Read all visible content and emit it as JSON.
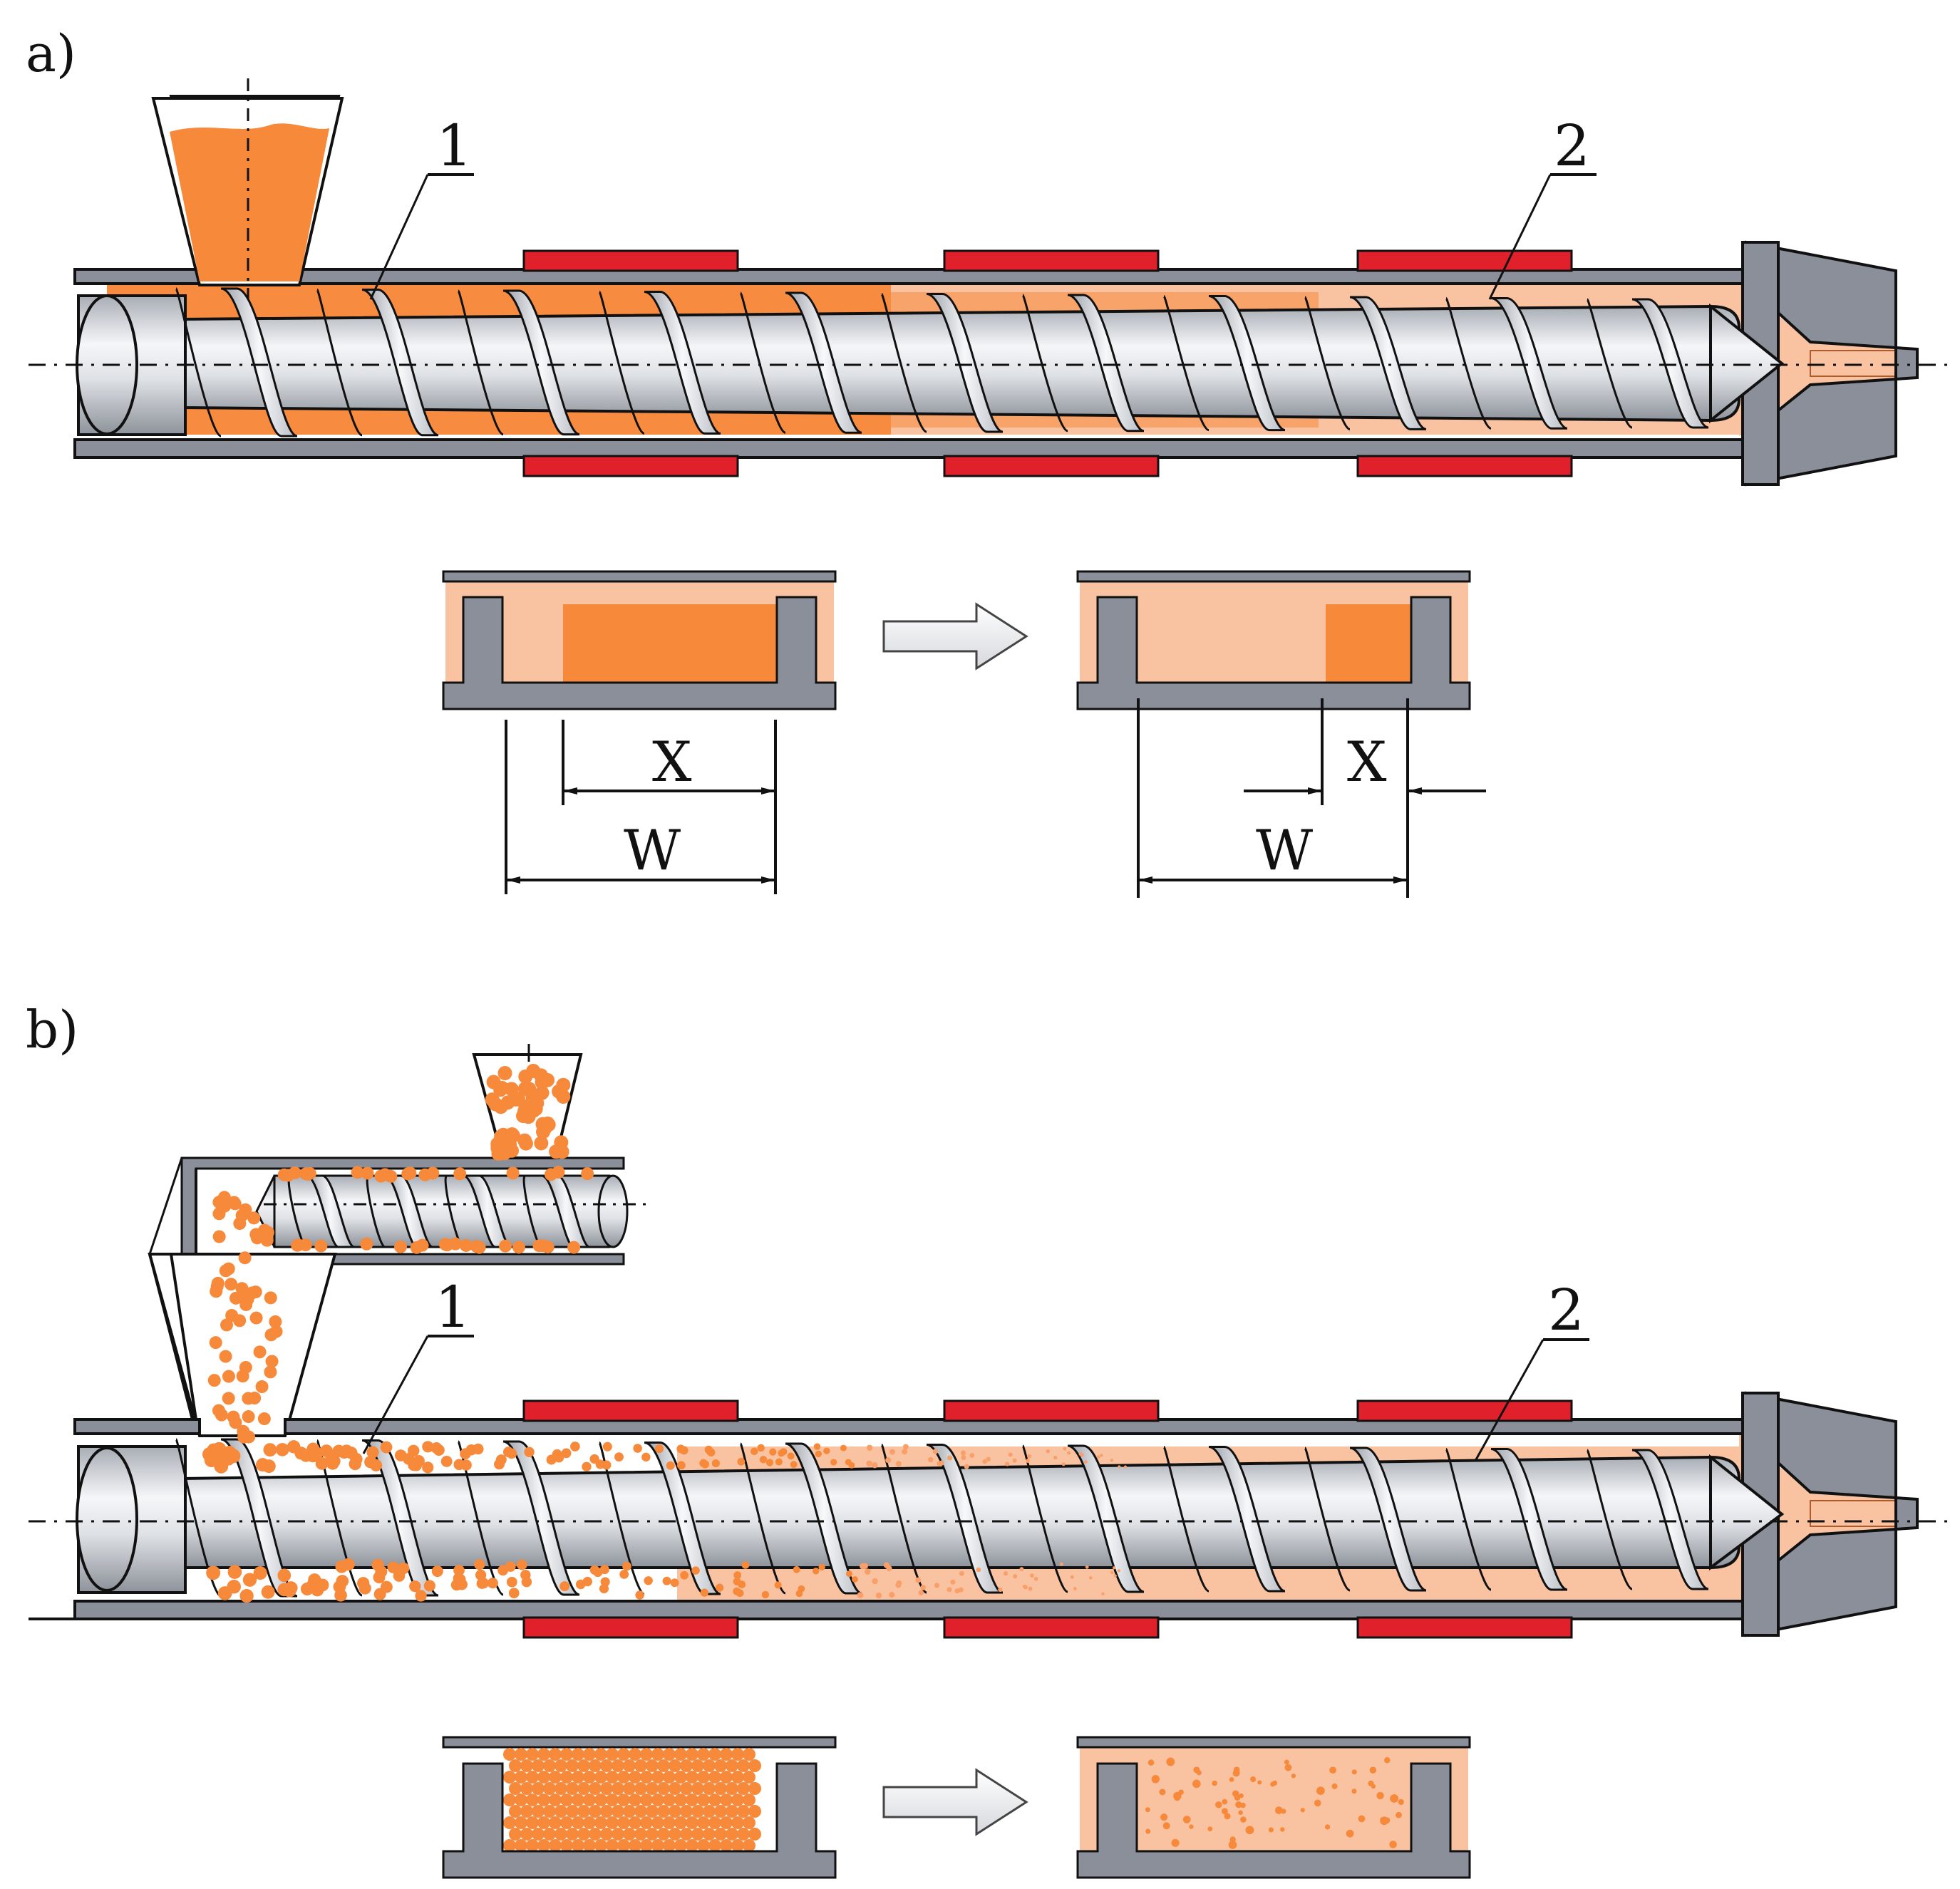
{
  "panels": {
    "a": {
      "label": "a)",
      "callout_1": "1",
      "callout_2": "2",
      "dim_x_before": "X",
      "dim_w_before": "W",
      "dim_x_after": "X",
      "dim_w_after": "W"
    },
    "b": {
      "label": "b)",
      "callout_1": "1",
      "callout_2": "2"
    }
  },
  "colors": {
    "barrel": "#8a8f9a",
    "heater": "#e0202a",
    "solid_polymer": "#f7893b",
    "melt_polymer": "#f9c3a2",
    "screw_light": "#f2f3f5",
    "screw_dark": "#a7acb4",
    "outline": "#111111"
  }
}
